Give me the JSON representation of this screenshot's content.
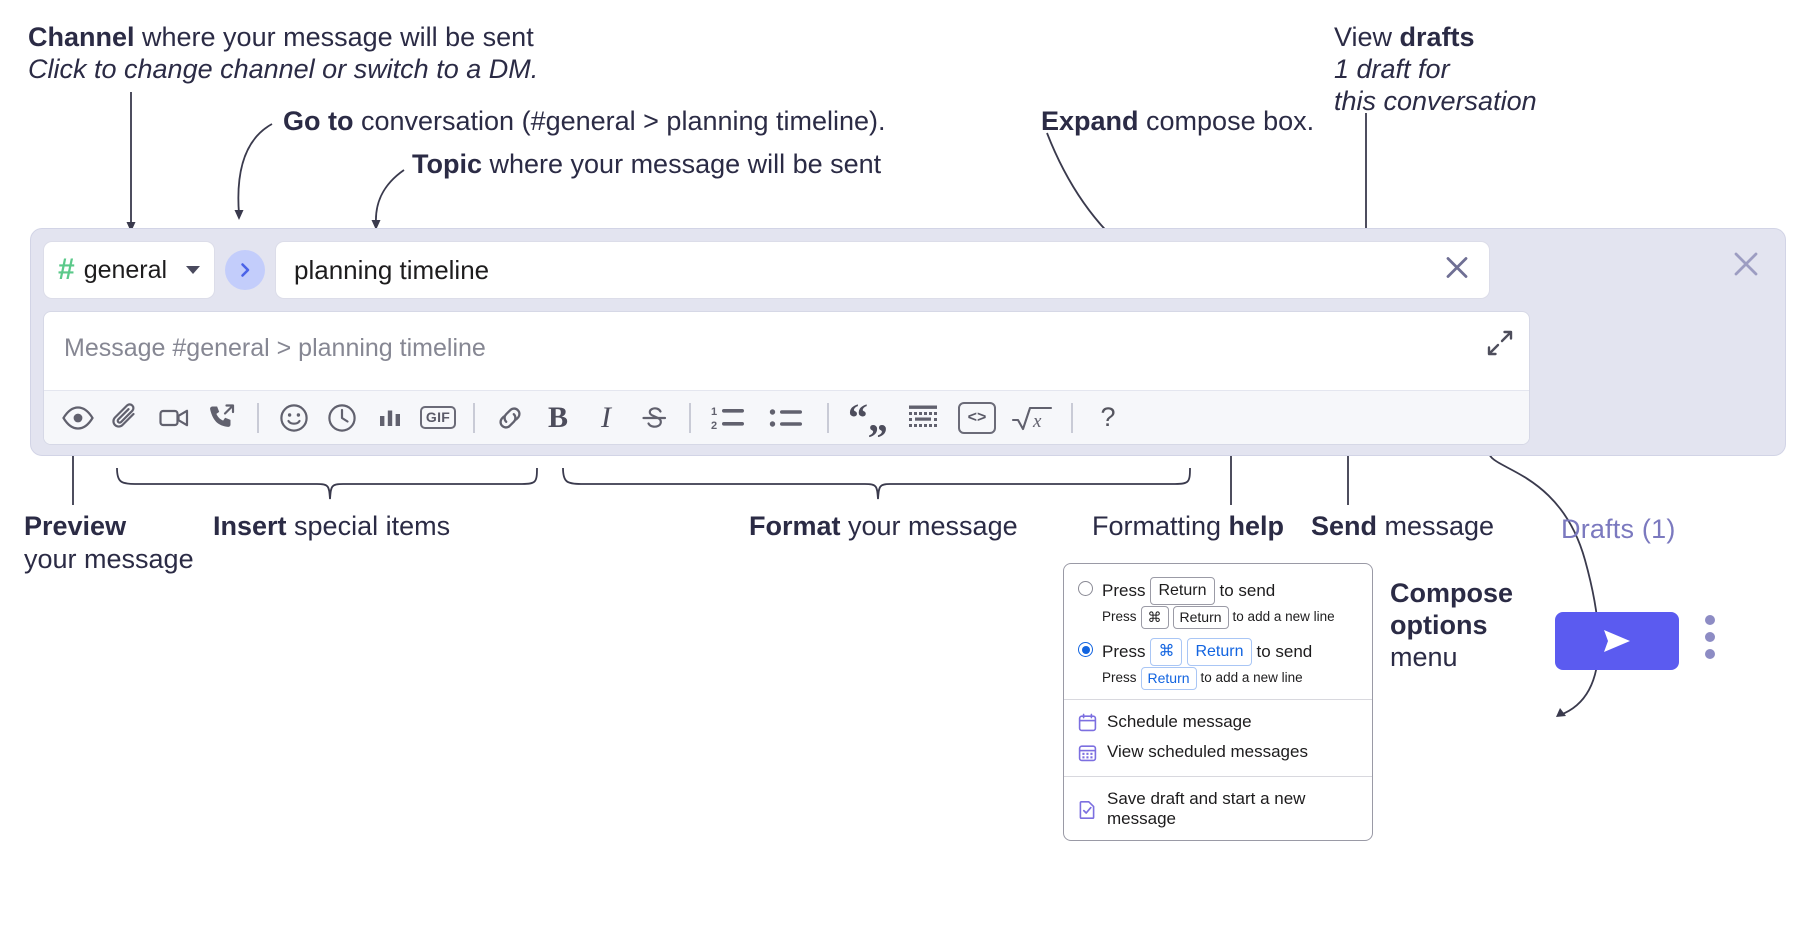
{
  "annotations": {
    "channel": {
      "bold": "Channel",
      "rest": " where your message will be sent",
      "italic": "Click to change channel or switch to a DM."
    },
    "goto": {
      "bold": "Go to",
      "rest": " conversation (#general > planning timeline)."
    },
    "topic": {
      "bold": "Topic",
      "rest": " where your message will be sent"
    },
    "expand": {
      "bold": "Expand",
      "rest": " compose box."
    },
    "drafts": {
      "line1_plain": "View ",
      "line1_bold": "drafts",
      "line2": "1 draft for",
      "line3": "this conversation"
    },
    "preview": {
      "bold": "Preview",
      "line2": "your message"
    },
    "insert": {
      "bold": "Insert",
      "rest": " special items"
    },
    "format": {
      "bold": "Format",
      "rest": " your message"
    },
    "formatting_help": {
      "plain": "Formatting ",
      "bold": "help"
    },
    "send": {
      "bold": "Send",
      "rest": " message"
    },
    "compose_options": {
      "line1": "Compose",
      "line2": "options",
      "line3": "menu"
    }
  },
  "compose": {
    "channel": {
      "hash": "#",
      "name": "general",
      "chevron_icon": "chevron-down-icon"
    },
    "goto_icon": "chevron-right-icon",
    "topic": {
      "value": "planning timeline",
      "clear_icon": "close-icon"
    },
    "message": {
      "placeholder": "Message #general > planning timeline",
      "value": ""
    },
    "expand_icon": "expand-icon",
    "panel_close_icon": "close-icon",
    "drafts_label": "Drafts (1)",
    "send_icon": "send-icon",
    "options_icon": "kebab-menu-icon",
    "toolbar": {
      "group_insert": [
        {
          "icon": "eye-icon",
          "label": "Preview"
        },
        {
          "icon": "paperclip-icon",
          "label": "Attach"
        },
        {
          "icon": "video-camera-icon",
          "label": "Video clip"
        },
        {
          "icon": "phone-forward-icon",
          "label": "Audio clip"
        }
      ],
      "group_insert2": [
        {
          "icon": "smiley-icon",
          "label": "Emoji"
        },
        {
          "icon": "clock-icon",
          "label": "Schedule"
        },
        {
          "icon": "bar-chart-icon",
          "label": "Poll"
        },
        {
          "icon": "gif-icon",
          "label": "GIF"
        }
      ],
      "group_format": [
        {
          "icon": "link-icon",
          "label": "Link"
        },
        {
          "icon": "bold-icon",
          "label": "B"
        },
        {
          "icon": "italic-icon",
          "label": "I"
        },
        {
          "icon": "strikethrough-icon",
          "label": "S"
        }
      ],
      "group_lists": [
        {
          "icon": "ordered-list-icon",
          "label": "Ordered list"
        },
        {
          "icon": "bullet-list-icon",
          "label": "Bulleted list"
        }
      ],
      "group_blocks": [
        {
          "icon": "blockquote-icon",
          "label": "Blockquote"
        },
        {
          "icon": "code-block-icon",
          "label": "Code block"
        },
        {
          "icon": "inline-code-icon",
          "label": "Code"
        },
        {
          "icon": "math-icon",
          "label": "Math"
        }
      ],
      "help": {
        "icon": "question-mark-icon",
        "label": "?"
      }
    }
  },
  "menu": {
    "options": [
      {
        "selected": false,
        "main_pre": "Press",
        "main_keys": [
          "Return"
        ],
        "main_post": "to send",
        "sub_pre": "Press",
        "sub_keys": [
          "⌘",
          "Return"
        ],
        "sub_post": "to add a new line"
      },
      {
        "selected": true,
        "main_pre": "Press",
        "main_keys": [
          "⌘",
          "Return"
        ],
        "main_post": "to send",
        "sub_pre": "Press",
        "sub_keys": [
          "Return"
        ],
        "sub_post": "to add a new line"
      }
    ],
    "items": [
      {
        "icon": "calendar-icon",
        "label": "Schedule message"
      },
      {
        "icon": "calendar-grid-icon",
        "label": "View scheduled messages"
      },
      {
        "icon": "save-draft-icon",
        "label": "Save draft and start a new message"
      }
    ]
  },
  "colors": {
    "panel_bg": "#e3e4f0",
    "send_blue": "#5b5bf0",
    "hash_green": "#5bc98a",
    "drafts_purple": "#7b79bf",
    "goto_circle": "#c3cdfb",
    "key_blue": "#1264e0",
    "menu_icon_purple": "#7c6fe0"
  }
}
